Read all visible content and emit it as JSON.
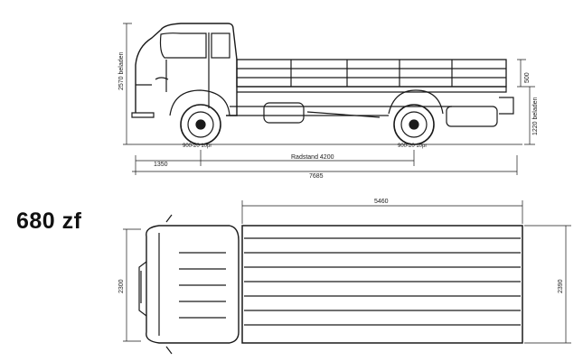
{
  "model": "680 zf",
  "side_view": {
    "dims": {
      "height_loaded": "2570 beladen",
      "overhang_front": "1350",
      "wheelbase": "Radstand 4200",
      "overall_length": "7685",
      "side_wall": "500",
      "platform_height": "1220 beladen"
    },
    "tire_front": "900-20 10pr",
    "tire_rear": "900-20 10pr"
  },
  "top_view": {
    "dims": {
      "platform_length": "5460",
      "width_cab": "2300",
      "width_platform": "2390"
    }
  },
  "colors": {
    "ink": "#1a1a1a",
    "paper": "#ffffff"
  }
}
